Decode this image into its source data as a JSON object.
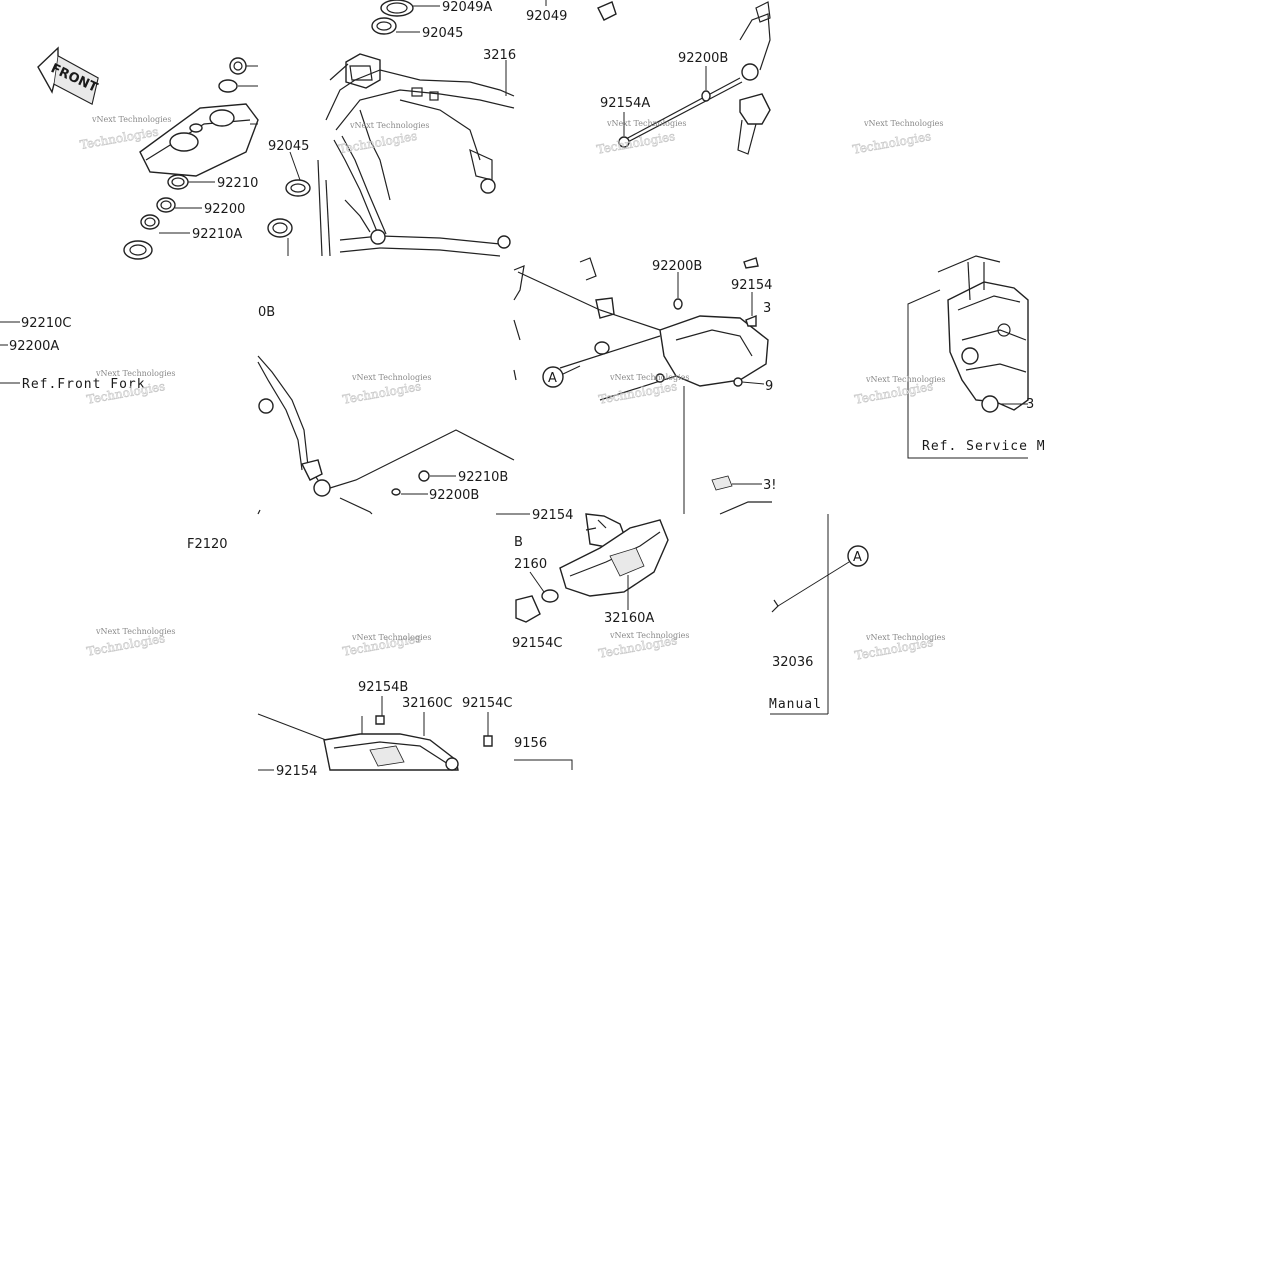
{
  "labels": {
    "l92049a": "92049A",
    "l92049": "92049",
    "l92045a": "92045",
    "l3216": "3216",
    "l92200b_top": "92200B",
    "l92154a": "92154A",
    "l92045b": "92045",
    "l92210": "92210",
    "l92200": "92200",
    "l92210a": "92210A",
    "l92210c": "92210C",
    "l92200a": "92200A",
    "l0b": "0B",
    "l92200b_mid": "92200B",
    "l92154_mid": "92154",
    "l3_mid": "3",
    "l9_mid": "9",
    "l92210b": "92210B",
    "l92200b_low": "92200B",
    "l3s": "3!",
    "l92154_cut": "92154",
    "lb": "B",
    "l2160": "2160",
    "l32160a": "32160A",
    "l92154c_a": "92154C",
    "l32036": "32036",
    "l3_right": "3",
    "l92154b": "92154B",
    "l32160c": "32160C",
    "l92154c_b": "92154C",
    "l9156": "9156",
    "l92154_bot": "92154"
  },
  "references": {
    "front_fork": "Ref.Front Fork",
    "service_a": "Ref. Service M",
    "service_b": "Manual"
  },
  "callouts": {
    "a1": "A",
    "a2": "A"
  },
  "front_arrow": "FRONT",
  "figure_code": "F2120",
  "watermark": {
    "line1": "vNext Technologies",
    "line2": "Technologies"
  },
  "icons": {
    "front_arrow": "front-direction-arrow-icon"
  }
}
